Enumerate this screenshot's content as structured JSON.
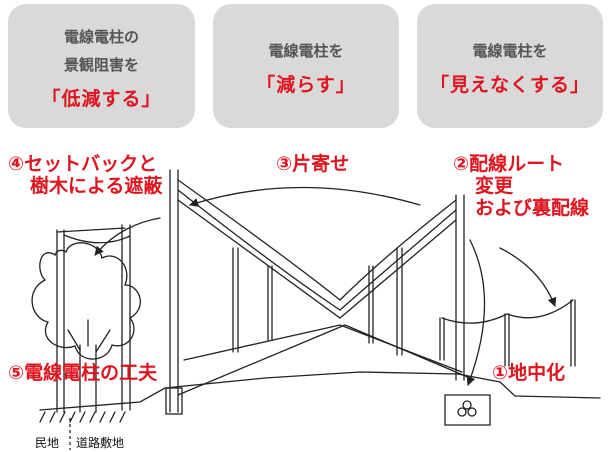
{
  "cards": [
    {
      "lines": [
        "電線電柱の",
        "景観阻害を"
      ],
      "emphasis": "「低減する」"
    },
    {
      "lines": [
        "電線電柱を"
      ],
      "emphasis": "「減らす」"
    },
    {
      "lines": [
        "電線電柱を"
      ],
      "emphasis": "「見えなくする」"
    }
  ],
  "labels": {
    "setback": [
      "④セットバックと",
      "樹木による遮蔽"
    ],
    "one_side": "③片寄せ",
    "route": [
      "②配線ルート",
      "変更",
      "および裏配線"
    ],
    "underground": "①地中化",
    "design": "⑤電線電柱の工夫"
  },
  "ground_labels": {
    "private": "民地",
    "road": "道路敷地"
  },
  "colors": {
    "card_bg": "#d9d9d9",
    "accent_red": "#e0141e",
    "card_text": "#555555"
  }
}
